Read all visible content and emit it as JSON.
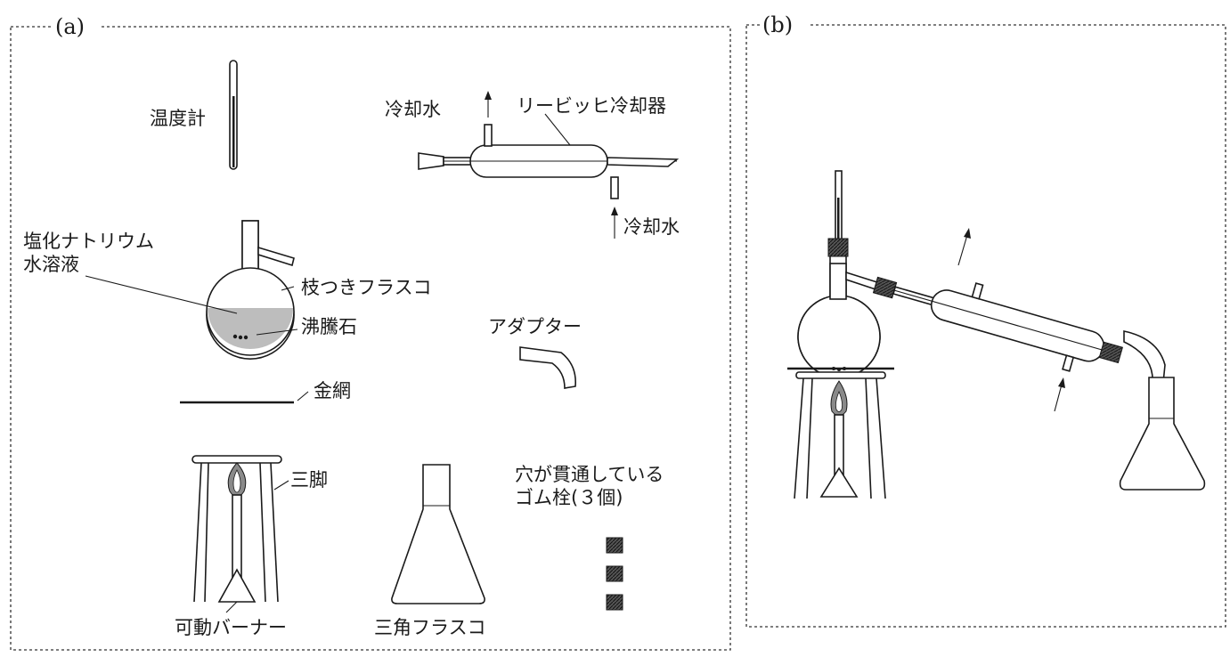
{
  "panels": {
    "a": {
      "label": "(a)",
      "thermometer_label": "温度計",
      "cooling_water_out": "冷却水",
      "liebig_condenser": "リービッヒ冷却器",
      "cooling_water_in": "冷却水",
      "nacl_solution_line1": "塩化ナトリウム",
      "nacl_solution_line2": "水溶液",
      "side_arm_flask": "枝つきフラスコ",
      "boiling_stone": "沸騰石",
      "adapter": "アダプター",
      "wire_gauze": "金網",
      "tripod": "三脚",
      "burner": "可動バーナー",
      "erlenmeyer_flask": "三角フラスコ",
      "stopper_line1": "穴が貫通している",
      "stopper_line2": "ゴム栓(３個)"
    },
    "b": {
      "label": "(b)"
    }
  }
}
